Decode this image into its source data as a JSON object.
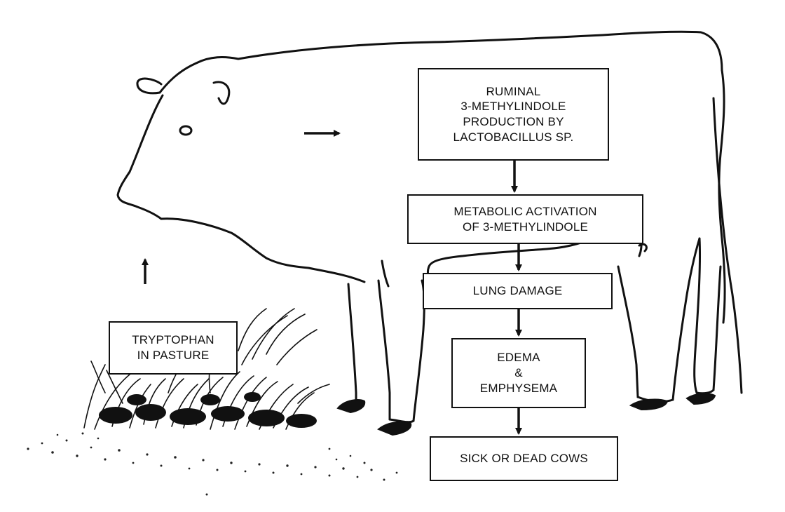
{
  "diagram": {
    "pasture": {
      "lines": [
        "TRYPTOPHAN",
        "IN PASTURE"
      ]
    },
    "steps": [
      {
        "lines": [
          "RUMINAL",
          "3-METHYLINDOLE",
          "PRODUCTION BY",
          "LACTOBACILLUS SP."
        ]
      },
      {
        "lines": [
          "METABOLIC ACTIVATION",
          "OF 3-METHYLINDOLE"
        ]
      },
      {
        "lines": [
          "LUNG DAMAGE"
        ]
      },
      {
        "lines": [
          "EDEMA",
          "&",
          "EMPHYSEMA"
        ]
      },
      {
        "lines": [
          "SICK OR DEAD COWS"
        ]
      }
    ]
  }
}
